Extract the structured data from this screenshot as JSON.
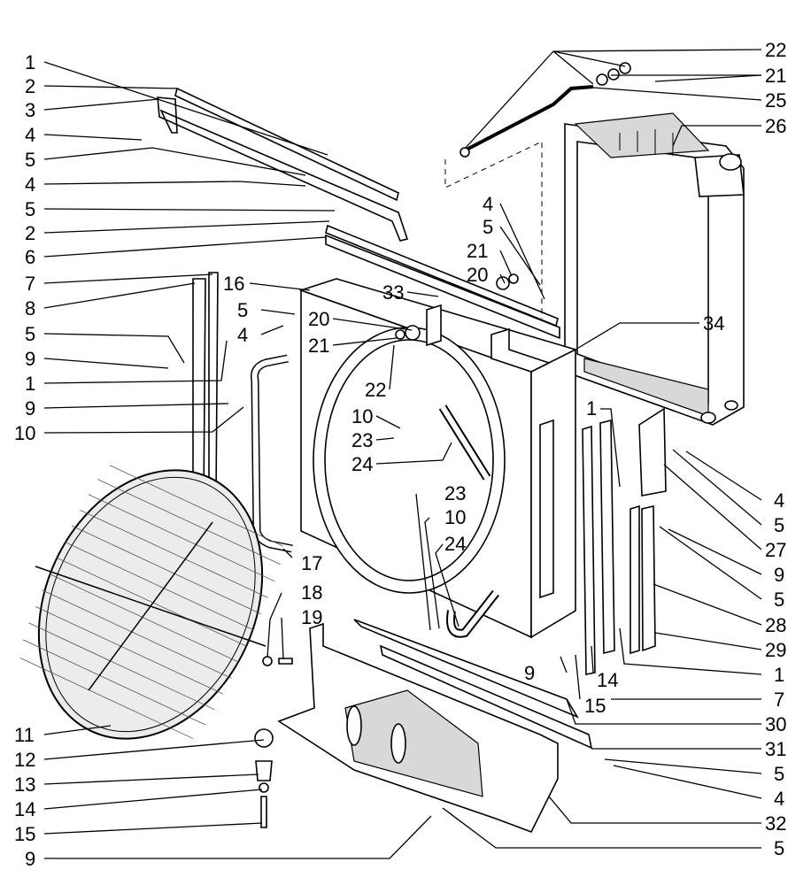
{
  "callouts_left": [
    "1",
    "2",
    "3",
    "4",
    "5",
    "4",
    "5",
    "2",
    "6",
    "7",
    "8",
    "5",
    "9",
    "1",
    "9",
    "10",
    "11",
    "12",
    "13",
    "14",
    "15",
    "9"
  ],
  "callouts_right": [
    "22",
    "21",
    "25",
    "26",
    "34",
    "4",
    "5",
    "27",
    "9",
    "5",
    "28",
    "29",
    "1",
    "7",
    "30",
    "31",
    "5",
    "4",
    "32",
    "5"
  ],
  "callouts_inner": [
    "16",
    "5",
    "4",
    "33",
    "20",
    "21",
    "22",
    "10",
    "23",
    "24",
    "4",
    "5",
    "21",
    "20",
    "1",
    "17",
    "18",
    "19",
    "23",
    "10",
    "24",
    "14",
    "15",
    "9"
  ]
}
